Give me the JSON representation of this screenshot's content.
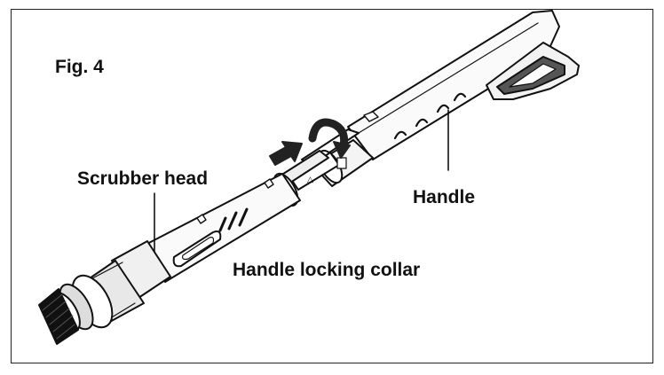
{
  "figure": {
    "title": "Fig. 4",
    "labels": {
      "scrubber_head": "Scrubber head",
      "handle": "Handle",
      "handle_locking_collar": "Handle locking collar"
    }
  }
}
